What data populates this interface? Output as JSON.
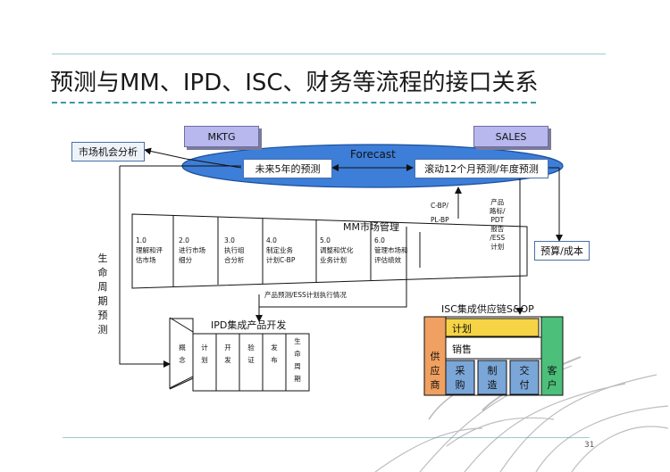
{
  "title": "预测与MM、IPD、ISC、财务等流程的接口关系",
  "tags": {
    "mktg": "MKTG",
    "sales": "SALES"
  },
  "market_box": "市场机会分析",
  "forecast": {
    "label": "Forecast",
    "left_box": "未来5年的预测",
    "right_box": "滚动12个月预测/年度预测"
  },
  "mm": {
    "title": "MM市场管理",
    "stages": [
      {
        "num": "1.0",
        "l1": "理解和评",
        "l2": "估市场"
      },
      {
        "num": "2.0",
        "l1": "进行市场",
        "l2": "细分"
      },
      {
        "num": "3.0",
        "l1": "执行组",
        "l2": "合分析"
      },
      {
        "num": "4.0",
        "l1": "制定业务",
        "l2": "计划C-BP"
      },
      {
        "num": "5.0",
        "l1": "调整和优化",
        "l2": "业务计划"
      },
      {
        "num": "6.0",
        "l1": "管理市场和",
        "l2": "评估绩效"
      }
    ]
  },
  "cbp_label": {
    "l1": "C-BP/",
    "l2": "PL-BP"
  },
  "product_label": {
    "l1": "产品",
    "l2": "路标/",
    "l3": "PDT",
    "l4": "报告",
    "l5": "/ESS",
    "l6": "计划"
  },
  "budget_box": "预算/成本",
  "lifecycle_label": [
    "生",
    "命",
    "周",
    "期",
    "预",
    "测"
  ],
  "product_forecast_label": "产品预测/ESS计划执行情况",
  "ipd": {
    "title": "IPD集成产品开发",
    "cells": [
      "概念",
      "计划",
      "开发",
      "验证",
      "发布",
      "生命周期"
    ]
  },
  "isc": {
    "title": "ISC集成供应链S&OP",
    "supplier": "供应商",
    "plan": "计划",
    "sales": "销售",
    "purchase": "采购",
    "manufacture": "制造",
    "deliver": "交付",
    "customer": "客户"
  },
  "page_number": "31",
  "colors": {
    "ellipse": "#3d7ed8",
    "tag_bg": "#b8b8ee",
    "isc_orange": "#f0a060",
    "isc_green": "#4cbf7a",
    "isc_yellow": "#f6d445",
    "isc_blue": "#7aa6d8",
    "teal": "#3a9aa8"
  }
}
